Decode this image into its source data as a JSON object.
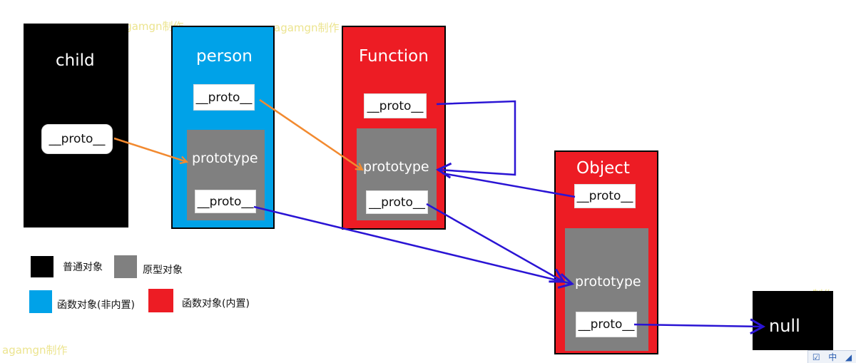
{
  "watermark": "agamgn制作",
  "colors": {
    "ordinary": "#000000",
    "prototype": "#808080",
    "function_custom": "#00a2e8",
    "function_builtin": "#ed1c24",
    "orange_arrow": "#f28a30",
    "blue_arrow": "#2a14d4"
  },
  "nodes": {
    "child": {
      "title": "child",
      "proto": "__proto__"
    },
    "person": {
      "title": "person",
      "proto": "__proto__",
      "prototype": "prototype",
      "prototype_proto": "__proto__"
    },
    "function": {
      "title": "Function",
      "proto": "__proto__",
      "prototype": "prototype",
      "prototype_proto": "__proto__"
    },
    "object": {
      "title": "Object",
      "proto": "__proto__",
      "prototype": "prototype",
      "prototype_proto": "__proto__"
    },
    "null": {
      "title": "null"
    }
  },
  "legend": [
    {
      "label": "普通对象",
      "color": "#000000"
    },
    {
      "label": "原型对象",
      "color": "#808080"
    },
    {
      "label": "函数对象(非内置)",
      "color": "#00a2e8"
    },
    {
      "label": "函数对象(内置)",
      "color": "#ed1c24"
    }
  ],
  "tray": {
    "check_icon": "☑",
    "ime_label": "中",
    "arrow_icon": "◢"
  }
}
